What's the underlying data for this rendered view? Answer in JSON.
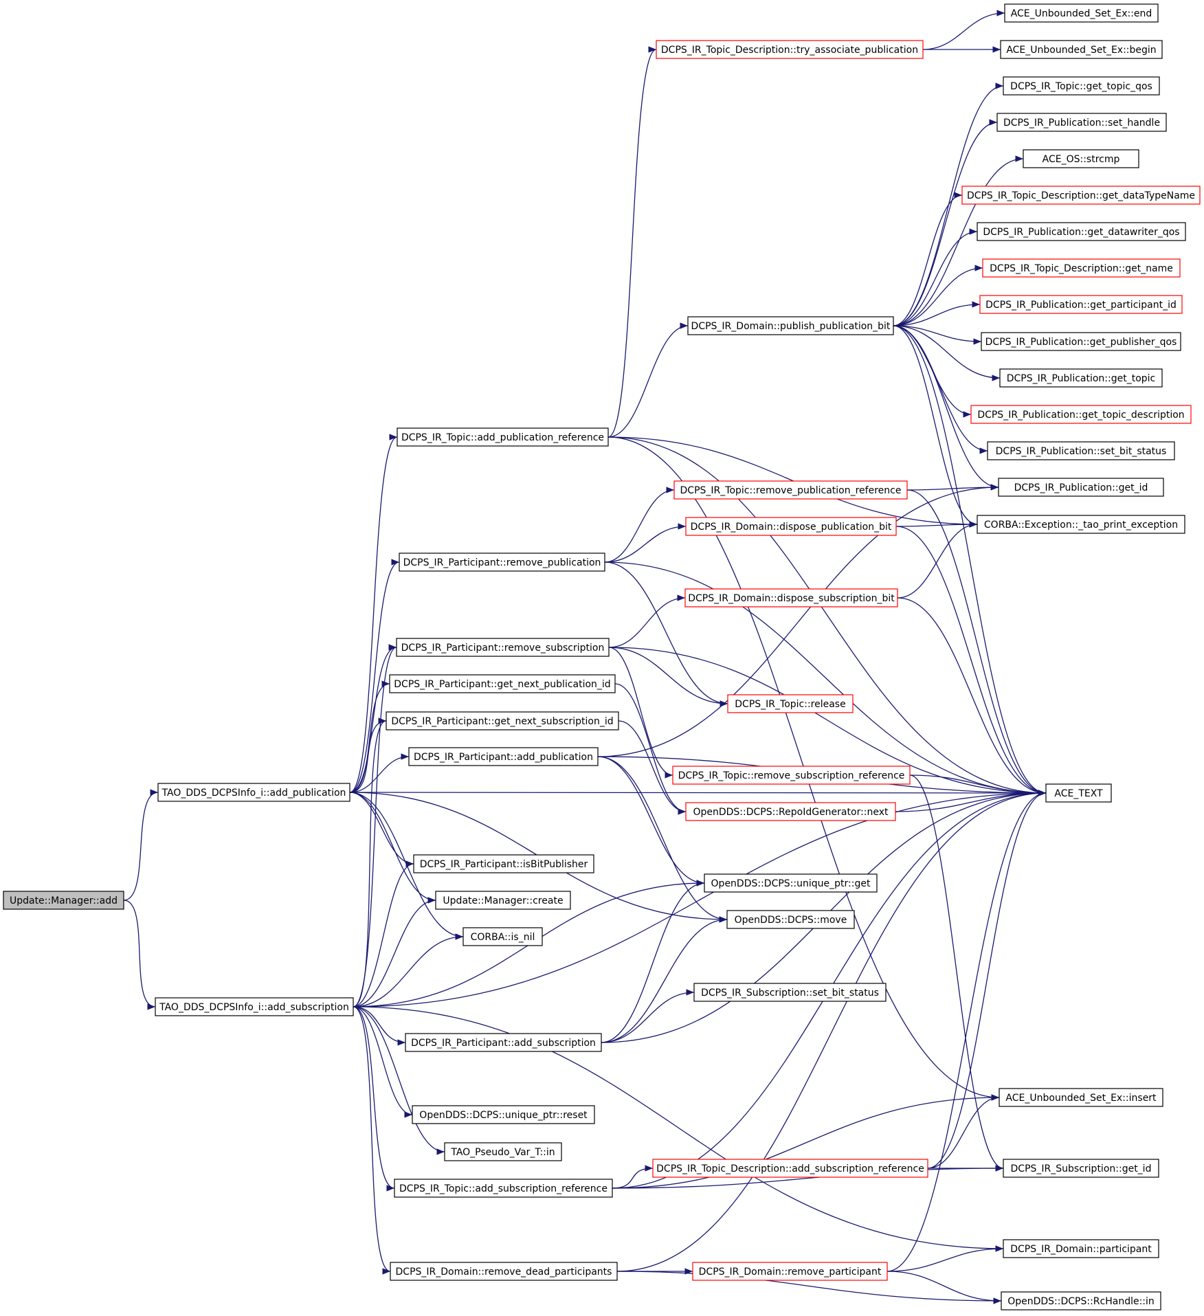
{
  "colors": {
    "edge": "#191970",
    "node_border_normal": "#000000",
    "node_border_truncated": "#ff0000",
    "root_fill": "#bfbfbf",
    "node_fill": "#ffffff"
  },
  "graph": {
    "nodes": [
      {
        "id": "n1",
        "label": "Update::Manager::add",
        "style": "root"
      },
      {
        "id": "n2",
        "label": "TAO_DDS_DCPSInfo_i::add_publication",
        "style": "normal"
      },
      {
        "id": "n3",
        "label": "TAO_DDS_DCPSInfo_i::add_subscription",
        "style": "normal"
      },
      {
        "id": "n4",
        "label": "DCPS_IR_Topic::add_publication_reference",
        "style": "normal"
      },
      {
        "id": "n5",
        "label": "DCPS_IR_Participant::remove_publication",
        "style": "normal"
      },
      {
        "id": "n6",
        "label": "DCPS_IR_Participant::remove_subscription",
        "style": "normal"
      },
      {
        "id": "n7",
        "label": "DCPS_IR_Participant::get_next_publication_id",
        "style": "normal"
      },
      {
        "id": "n8",
        "label": "DCPS_IR_Participant::get_next_subscription_id",
        "style": "normal"
      },
      {
        "id": "n9",
        "label": "DCPS_IR_Participant::add_publication",
        "style": "normal"
      },
      {
        "id": "n10",
        "label": "DCPS_IR_Participant::isBitPublisher",
        "style": "normal"
      },
      {
        "id": "n11",
        "label": "Update::Manager::create",
        "style": "normal"
      },
      {
        "id": "n12",
        "label": "CORBA::is_nil",
        "style": "normal"
      },
      {
        "id": "n13",
        "label": "DCPS_IR_Participant::add_subscription",
        "style": "normal"
      },
      {
        "id": "n14",
        "label": "OpenDDS::DCPS::unique_ptr::reset",
        "style": "normal"
      },
      {
        "id": "n15",
        "label": "TAO_Pseudo_Var_T::in",
        "style": "normal"
      },
      {
        "id": "n16",
        "label": "DCPS_IR_Topic::add_subscription_reference",
        "style": "normal"
      },
      {
        "id": "n17",
        "label": "DCPS_IR_Domain::remove_dead_participants",
        "style": "normal"
      },
      {
        "id": "n18",
        "label": "DCPS_IR_Topic_Description::try_associate_publication",
        "style": "truncated"
      },
      {
        "id": "n19",
        "label": "DCPS_IR_Domain::publish_publication_bit",
        "style": "normal"
      },
      {
        "id": "n20",
        "label": "DCPS_IR_Topic::remove_publication_reference",
        "style": "truncated"
      },
      {
        "id": "n21",
        "label": "DCPS_IR_Domain::dispose_publication_bit",
        "style": "truncated"
      },
      {
        "id": "n22",
        "label": "DCPS_IR_Domain::dispose_subscription_bit",
        "style": "truncated"
      },
      {
        "id": "n23",
        "label": "DCPS_IR_Topic::release",
        "style": "truncated"
      },
      {
        "id": "n24",
        "label": "DCPS_IR_Topic::remove_subscription_reference",
        "style": "truncated"
      },
      {
        "id": "n25",
        "label": "OpenDDS::DCPS::RepoIdGenerator::next",
        "style": "truncated"
      },
      {
        "id": "n26",
        "label": "OpenDDS::DCPS::unique_ptr::get",
        "style": "normal"
      },
      {
        "id": "n27",
        "label": "OpenDDS::DCPS::move",
        "style": "normal"
      },
      {
        "id": "n28",
        "label": "DCPS_IR_Subscription::set_bit_status",
        "style": "normal"
      },
      {
        "id": "n29",
        "label": "DCPS_IR_Topic_Description::add_subscription_reference",
        "style": "truncated"
      },
      {
        "id": "n30",
        "label": "DCPS_IR_Domain::remove_participant",
        "style": "truncated"
      },
      {
        "id": "n31",
        "label": "ACE_Unbounded_Set_Ex::end",
        "style": "normal"
      },
      {
        "id": "n32",
        "label": "ACE_Unbounded_Set_Ex::begin",
        "style": "normal"
      },
      {
        "id": "n33",
        "label": "DCPS_IR_Topic::get_topic_qos",
        "style": "normal"
      },
      {
        "id": "n34",
        "label": "DCPS_IR_Publication::set_handle",
        "style": "normal"
      },
      {
        "id": "n35",
        "label": "ACE_OS::strcmp",
        "style": "normal"
      },
      {
        "id": "n36",
        "label": "DCPS_IR_Topic_Description::get_dataTypeName",
        "style": "truncated"
      },
      {
        "id": "n37",
        "label": "DCPS_IR_Publication::get_datawriter_qos",
        "style": "normal"
      },
      {
        "id": "n38",
        "label": "DCPS_IR_Topic_Description::get_name",
        "style": "truncated"
      },
      {
        "id": "n39",
        "label": "DCPS_IR_Publication::get_participant_id",
        "style": "truncated"
      },
      {
        "id": "n40",
        "label": "DCPS_IR_Publication::get_publisher_qos",
        "style": "normal"
      },
      {
        "id": "n41",
        "label": "DCPS_IR_Publication::get_topic",
        "style": "normal"
      },
      {
        "id": "n42",
        "label": "DCPS_IR_Publication::get_topic_description",
        "style": "truncated"
      },
      {
        "id": "n43",
        "label": "DCPS_IR_Publication::set_bit_status",
        "style": "normal"
      },
      {
        "id": "n44",
        "label": "DCPS_IR_Publication::get_id",
        "style": "normal"
      },
      {
        "id": "n45",
        "label": "CORBA::Exception::_tao_print_exception",
        "style": "normal"
      },
      {
        "id": "n46",
        "label": "ACE_TEXT",
        "style": "normal"
      },
      {
        "id": "n47",
        "label": "ACE_Unbounded_Set_Ex::insert",
        "style": "normal"
      },
      {
        "id": "n48",
        "label": "DCPS_IR_Subscription::get_id",
        "style": "normal"
      },
      {
        "id": "n49",
        "label": "DCPS_IR_Domain::participant",
        "style": "normal"
      },
      {
        "id": "n50",
        "label": "OpenDDS::DCPS::RcHandle::in",
        "style": "normal"
      }
    ],
    "edges": [
      [
        "n1",
        "n2"
      ],
      [
        "n1",
        "n3"
      ],
      [
        "n2",
        "n4"
      ],
      [
        "n2",
        "n5"
      ],
      [
        "n2",
        "n6"
      ],
      [
        "n2",
        "n7"
      ],
      [
        "n2",
        "n8"
      ],
      [
        "n2",
        "n9"
      ],
      [
        "n2",
        "n10"
      ],
      [
        "n2",
        "n11"
      ],
      [
        "n2",
        "n12"
      ],
      [
        "n2",
        "n27"
      ],
      [
        "n2",
        "n46"
      ],
      [
        "n3",
        "n6"
      ],
      [
        "n3",
        "n8"
      ],
      [
        "n3",
        "n10"
      ],
      [
        "n3",
        "n11"
      ],
      [
        "n3",
        "n12"
      ],
      [
        "n3",
        "n13"
      ],
      [
        "n3",
        "n14"
      ],
      [
        "n3",
        "n15"
      ],
      [
        "n3",
        "n16"
      ],
      [
        "n3",
        "n17"
      ],
      [
        "n3",
        "n26"
      ],
      [
        "n3",
        "n46"
      ],
      [
        "n3",
        "n49"
      ],
      [
        "n4",
        "n18"
      ],
      [
        "n4",
        "n19"
      ],
      [
        "n4",
        "n45"
      ],
      [
        "n4",
        "n46"
      ],
      [
        "n4",
        "n47"
      ],
      [
        "n5",
        "n20"
      ],
      [
        "n5",
        "n21"
      ],
      [
        "n5",
        "n23"
      ],
      [
        "n5",
        "n46"
      ],
      [
        "n6",
        "n22"
      ],
      [
        "n6",
        "n23"
      ],
      [
        "n6",
        "n24"
      ],
      [
        "n6",
        "n46"
      ],
      [
        "n7",
        "n25"
      ],
      [
        "n8",
        "n25"
      ],
      [
        "n9",
        "n26"
      ],
      [
        "n9",
        "n27"
      ],
      [
        "n9",
        "n44"
      ],
      [
        "n9",
        "n46"
      ],
      [
        "n13",
        "n26"
      ],
      [
        "n13",
        "n27"
      ],
      [
        "n13",
        "n28"
      ],
      [
        "n13",
        "n46"
      ],
      [
        "n16",
        "n29"
      ],
      [
        "n16",
        "n47"
      ],
      [
        "n16",
        "n46"
      ],
      [
        "n16",
        "n48"
      ],
      [
        "n17",
        "n30"
      ],
      [
        "n17",
        "n46"
      ],
      [
        "n17",
        "n50"
      ],
      [
        "n18",
        "n31"
      ],
      [
        "n18",
        "n32"
      ],
      [
        "n19",
        "n33"
      ],
      [
        "n19",
        "n34"
      ],
      [
        "n19",
        "n35"
      ],
      [
        "n19",
        "n36"
      ],
      [
        "n19",
        "n37"
      ],
      [
        "n19",
        "n38"
      ],
      [
        "n19",
        "n39"
      ],
      [
        "n19",
        "n40"
      ],
      [
        "n19",
        "n41"
      ],
      [
        "n19",
        "n42"
      ],
      [
        "n19",
        "n43"
      ],
      [
        "n19",
        "n44"
      ],
      [
        "n19",
        "n45"
      ],
      [
        "n19",
        "n46"
      ],
      [
        "n20",
        "n44"
      ],
      [
        "n20",
        "n46"
      ],
      [
        "n21",
        "n45"
      ],
      [
        "n21",
        "n46"
      ],
      [
        "n22",
        "n45"
      ],
      [
        "n22",
        "n46"
      ],
      [
        "n24",
        "n46"
      ],
      [
        "n24",
        "n48"
      ],
      [
        "n25",
        "n46"
      ],
      [
        "n29",
        "n46"
      ],
      [
        "n29",
        "n47"
      ],
      [
        "n29",
        "n48"
      ],
      [
        "n30",
        "n46"
      ],
      [
        "n30",
        "n49"
      ],
      [
        "n30",
        "n50"
      ]
    ]
  }
}
